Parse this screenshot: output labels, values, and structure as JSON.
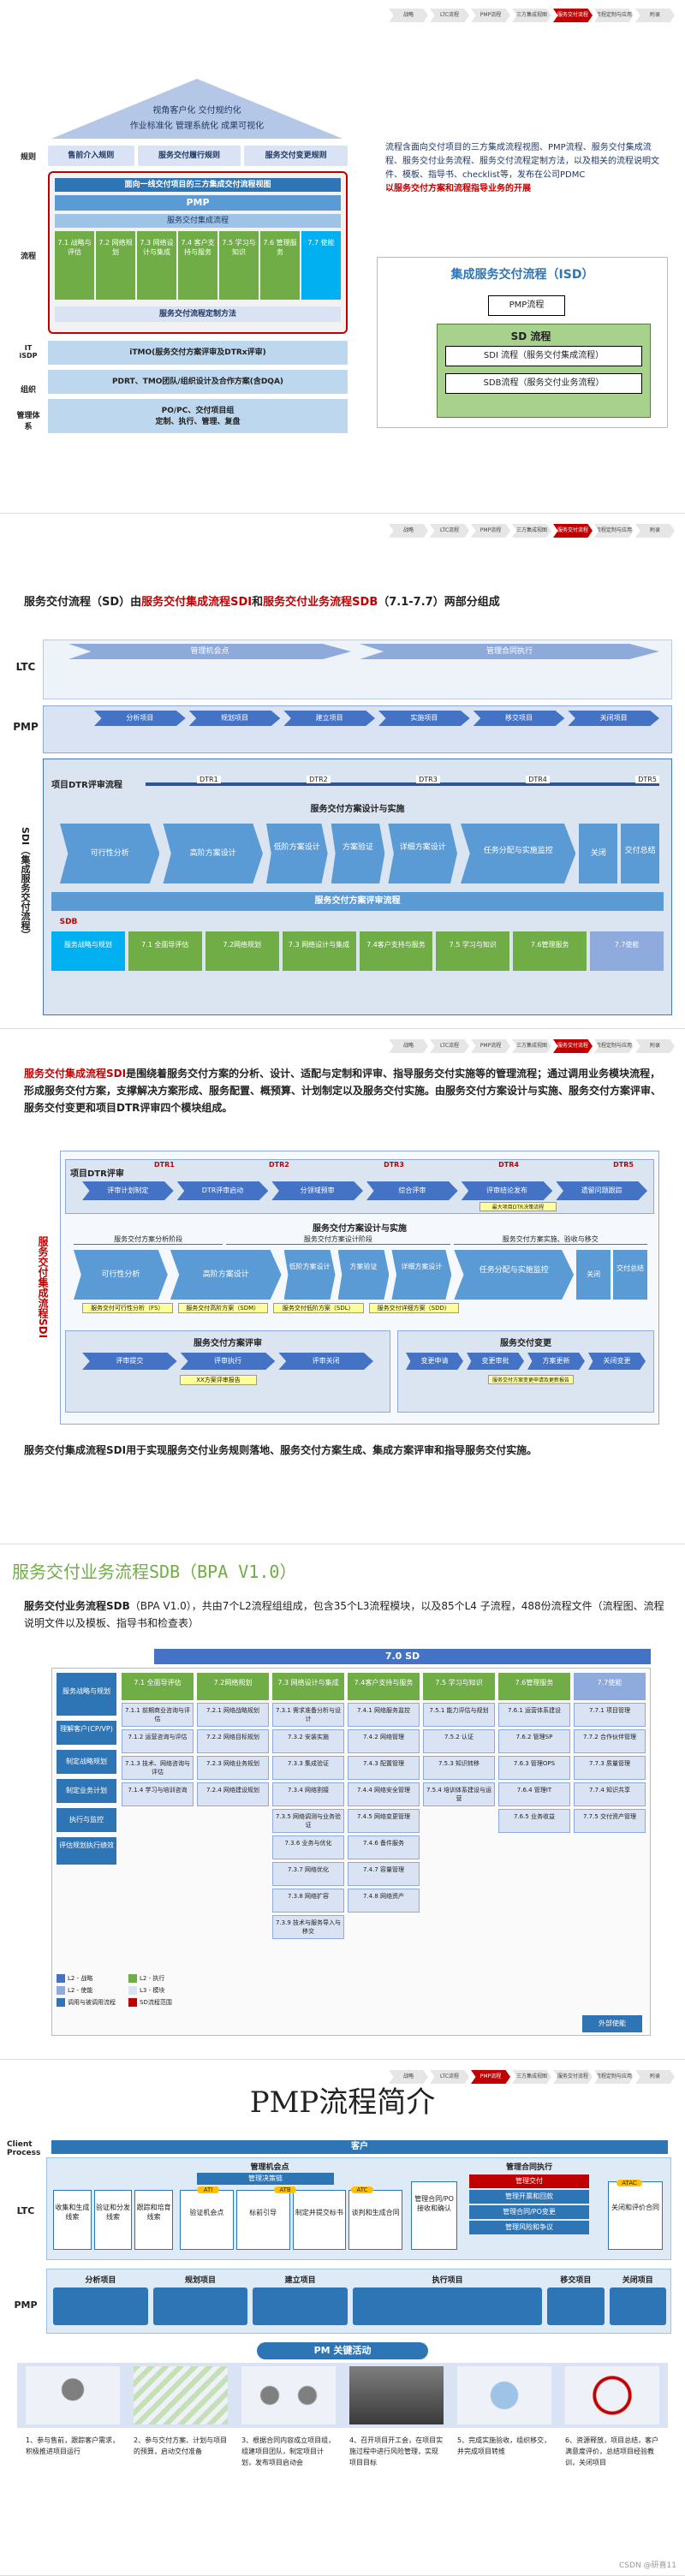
{
  "nav": [
    "战略",
    "LTC流程",
    "PMP流程",
    "三方集成视图",
    "服务交付流程",
    "流程定制与应用",
    "附录"
  ],
  "s1": {
    "roof_lines": [
      "视角客户化 交付规约化",
      "作业标准化 管理系统化 成果可视化"
    ],
    "left_labels": [
      "规则",
      "流程",
      "IT iSDP",
      "组织",
      "管理体系"
    ],
    "rules": [
      "售前介入规则",
      "服务交付履行规则",
      "服务交付变更规则"
    ],
    "view_title": "面向一线交付项目的三方集成交付流程视图",
    "pmp": "PMP",
    "sdi": "服务交付集成流程",
    "sdb_items": [
      "7.1 战略与评估",
      "7.2 网络规划",
      "7.3 网络设计与集成",
      "7.4 客户支持与服务",
      "7.5 学习与知识",
      "7.6 管理服务",
      "7.7 使能"
    ],
    "sdb_title": "服务交付流程定制方法",
    "it": "iTMO(服务交付方案评审及DTRx评审)",
    "org": "PDRT、TMO团队/组织设计及合作方案(含DQA)",
    "mgmt": [
      "PO/PC、交付项目组",
      "定制、执行、管理、复盘"
    ],
    "bullets": [
      "流程含面向交付项目的三方集成流程视图、PMP流程、服务交付集成流程、服务交付业务流程、服务交付流程定制方法，以及相关的流程说明文件、模板、指导书、checklist等，发布在公司PDMC",
      "以服务交付方案和流程指导业务的开展"
    ],
    "isd_title": "集成服务交付流程（ISD）",
    "isd_pmp": "PMP流程",
    "isd_sd": "SD 流程",
    "isd_sdi": "SDI 流程（服务交付集成流程）",
    "isd_sdb": "SDB流程（服务交付业务流程）"
  },
  "s2": {
    "title_pre": "服务交付流程（SD）由",
    "title_a": "服务交付集成流程SDI",
    "title_mid": "和",
    "title_b": "服务交付业务流程SDB",
    "title_post": "（7.1-7.7）两部分组成",
    "ltc": "LTC",
    "pmp": "PMP",
    "sdi_side": "SDI（集成服务交付流程）",
    "ltc_stages": [
      "管理机会点",
      "管理合同执行"
    ],
    "pmp_stages": [
      "分析项目",
      "规划项目",
      "建立项目",
      "实施项目",
      "移交项目",
      "关闭项目"
    ],
    "dtr_row": "项目DTR评审流程",
    "dtr_points": [
      "DTR1",
      "DTR2",
      "DTR3",
      "DTR4",
      "DTR5"
    ],
    "design_title": "服务交付方案设计与实施",
    "steps": [
      "可行性分析",
      "高阶方案设计",
      "低阶方案设计",
      "方案验证",
      "详细方案设计",
      "任务分配与实施监控",
      "关闭",
      "交付总结"
    ],
    "review": "服务交付方案评审流程",
    "sdb_label": "SDB",
    "sdb_row": [
      "服务战略与规划",
      "7.1 全面导评估",
      "7.2网络规划",
      "7.3 网络设计与集成",
      "7.4客户支持与服务",
      "7.5 学习与知识",
      "7.6管理服务",
      "7.7使能"
    ]
  },
  "s3": {
    "para_lead": "服务交付集成流程SDI",
    "para": "是围绕着服务交付方案的分析、设计、适配与定制和评审、指导服务交付实施等的管理流程；通过调用业务模块流程，形成服务交付方案，支撑解决方案形成、服务配置、概预算、计划制定以及服务交付实施。由服务交付方案设计与实施、服务交付方案评审、服务交付变更和项目DTR评审四个模块组成。",
    "side": "服务交付集成流程SDI",
    "dtr_title": "项目DTR评审",
    "dtr_steps": [
      "评审计划制定",
      "DTR评审启动",
      "分领域预审",
      "综合评审",
      "评审结论发布",
      "遗留问题跟踪"
    ],
    "dtr_note": "最大项目DTR决策流程",
    "dtr_points": [
      "DTR1",
      "DTR2",
      "DTR3",
      "DTR4",
      "DTR5"
    ],
    "design_title": "服务交付方案设计与实施",
    "design_sub": [
      "服务交付方案分析阶段",
      "服务交付方案设计阶段",
      "服务交付方案实施、验收与移交"
    ],
    "steps": [
      "可行性分析",
      "高阶方案设计",
      "低阶方案设计",
      "方案验证",
      "详细方案设计",
      "任务分配与实施监控",
      "关闭",
      "交付总结"
    ],
    "notes": [
      "服务交付可行性分析（FS）",
      "服务交付高阶方案（SDM）",
      "服务交付低阶方案（SDL）",
      "服务交付详细方案（SDD）"
    ],
    "review_title": "服务交付方案评审",
    "review_steps": [
      "评审提交",
      "评审执行",
      "评审关闭"
    ],
    "review_note": "XX方案评审报告",
    "change_title": "服务交付变更",
    "change_steps": [
      "变更申请",
      "变更审批",
      "方案更新",
      "关闭变更"
    ],
    "change_note": "服务交付方案变更申请及更新报告",
    "footer": "服务交付集成流程SDI用于实现服务交付业务规则落地、服务交付方案生成、集成方案评审和指导服务交付实施。"
  },
  "s4": {
    "heading": "服务交付业务流程SDB（BPA V1.0）",
    "intro_lead": "服务交付业务流程SDB",
    "intro": "（BPA V1.0），共由7个L2流程组组成，包含35个L3流程模块，以及85个L4 子流程，488份流程文件（流程图、流程说明文件以及模板、指导书和检查表）",
    "header": "7.0 SD",
    "row_left": [
      "服务战略与规划",
      "理解客户(CP/VP)",
      "制定战略规划",
      "制定业务计划",
      "执行与监控",
      "评估规划执行绩效"
    ],
    "cols": [
      {
        "head": "7.1 全面导评估",
        "items": [
          "7.1.1 前期商业咨询与评估",
          "7.1.2 运营咨询与评估",
          "7.1.3 技术、网络咨询与评估",
          "7.1.4 学习与培训咨询"
        ]
      },
      {
        "head": "7.2网络规划",
        "items": [
          "7.2.1 网络战略规划",
          "7.2.2 网络目标规划",
          "7.2.3 网络业务规划",
          "7.2.4 网络建设规划"
        ]
      },
      {
        "head": "7.3 网络设计与集成",
        "items": [
          "7.3.1 需求准备分析与设计",
          "7.3.2 安装实施",
          "7.3.3 集成验证",
          "7.3.4 网络割接",
          "7.3.5 网络调测与业务验证",
          "7.3.6 业务与优化",
          "7.3.7 网络优化",
          "7.3.8 网络扩容",
          "7.3.9 技术与服务导入与移交"
        ]
      },
      {
        "head": "7.4客户支持与服务",
        "items": [
          "7.4.1 网络服务监控",
          "7.4.2 网络管理",
          "7.4.3 配置管理",
          "7.4.4 网络安全管理",
          "7.4.5 网络变更管理",
          "7.4.6 备件服务",
          "7.4.7 容量管理",
          "7.4.8 网络资产"
        ]
      },
      {
        "head": "7.5 学习与知识",
        "items": [
          "7.5.1 能力评估与规划",
          "7.5.2 认证",
          "7.5.3 知识转移",
          "7.5.4 培训体系建设与运营"
        ]
      },
      {
        "head": "7.6管理服务",
        "items": [
          "7.6.1 运营体系建设",
          "7.6.2 管理SP",
          "7.6.3 管理OPS",
          "7.6.4 管理IT",
          "7.6.5 业务收益"
        ]
      },
      {
        "head": "7.7使能",
        "items": [
          "7.7.1 项目管理",
          "7.7.2 合作伙伴管理",
          "7.7.3 质量管理",
          "7.7.4 知识共享",
          "7.7.5 交付资产管理"
        ]
      }
    ],
    "legend": [
      "L2 - 战略",
      "L2 - 使能",
      "L2 - 执行",
      "L3 - 模块",
      "调用与被调用流程",
      "SD流程范围"
    ],
    "outside": "外部使能"
  },
  "s5": {
    "title": "PMP流程简介",
    "client": "Client Process",
    "customer": "客户",
    "ltc": "LTC",
    "pmp": "PMP",
    "opp_title": "管理机会点",
    "decision": "管理决策链",
    "ltc_left": [
      "收集和生成线索",
      "验证和分发线索",
      "跟踪和培育线索"
    ],
    "ltc_opp": [
      "验证机会点",
      "标前引导",
      "制定并提交标书",
      "谈判和生成合同"
    ],
    "contract": "管理合同/PO接收和确认",
    "exec_title": "管理合同执行",
    "exec_items": [
      "管理交付",
      "管理开票和回款",
      "管理合同/PO变更",
      "管理风险和争议"
    ],
    "close": "关闭和评价合同",
    "markers": [
      "ATI",
      "ATB",
      "ATC",
      "ATAC"
    ],
    "pmp_stages": [
      "分析项目",
      "规划项目",
      "建立项目",
      "执行项目",
      "移交项目",
      "关闭项目"
    ],
    "banner": "PM 关键活动",
    "activities": [
      "1、参与售前，跟踪客户需求，积极推进项目运行",
      "2、参与交付方案、计划与项目的预算，启动交付准备",
      "3、根据合同内容成立项目组，组建项目团队，制定项目计划，发布项目启动会",
      "4、召开项目开工会，在项目实施过程中进行风险管理，实现项目目标",
      "5、完成实施验收，组织移交，并完成项目转维",
      "6、资源释放，项目总结，客户满意度评价，总结项目经验教训，关闭项目"
    ],
    "watermark": "CSDN @研喜11"
  },
  "colors": {
    "accent_red": "#c00000",
    "blue": "#4472c4",
    "dark_blue": "#1f4e9a",
    "green": "#70ad47",
    "light_blue": "#bdd7ee"
  }
}
